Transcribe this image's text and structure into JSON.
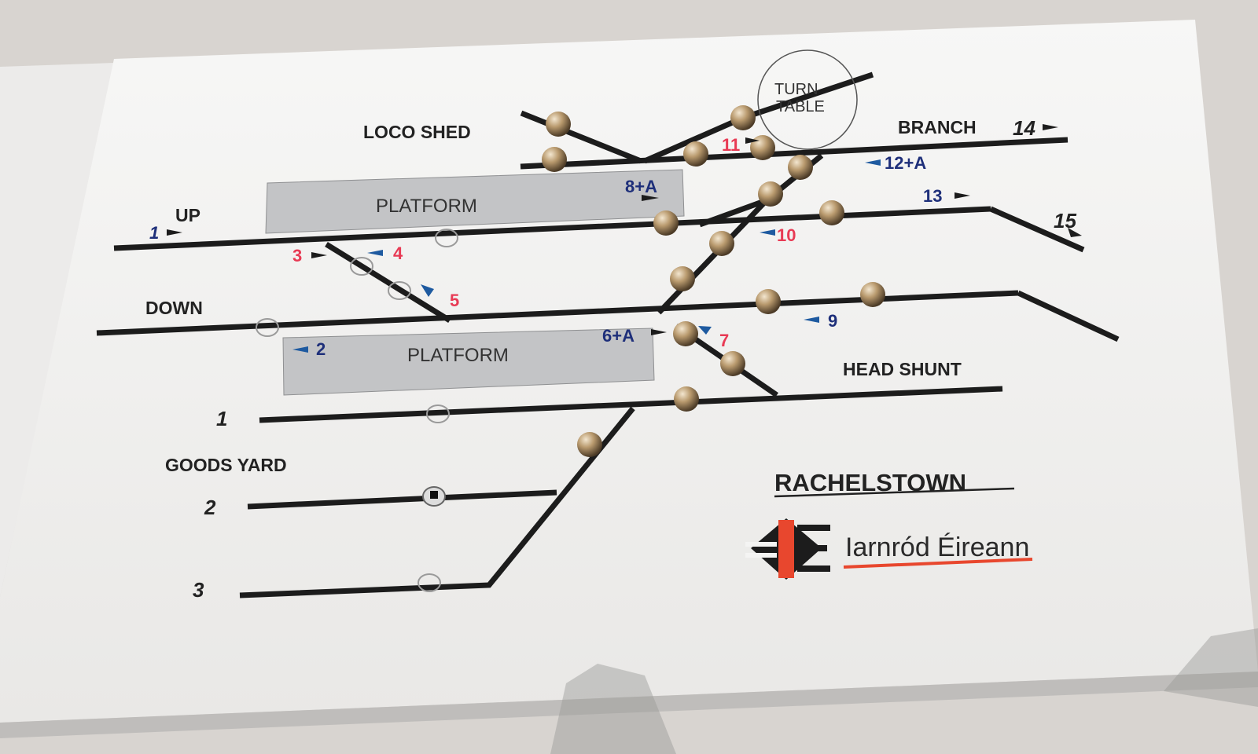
{
  "station_name": "RACHELSTOWN",
  "brand_name": "Iarnród Éireann",
  "turntable": {
    "line1": "TURN",
    "line2": "TABLE"
  },
  "labels": {
    "loco_shed": "LOCO SHED",
    "branch": "BRANCH",
    "up": "UP",
    "down": "DOWN",
    "head_shunt": "HEAD SHUNT",
    "goods_yard": "GOODS  YARD",
    "platform_upper": "PLATFORM",
    "platform_lower": "PLATFORM"
  },
  "track_numbers": {
    "siding1": "1",
    "siding2": "2",
    "siding3": "3"
  },
  "signals": {
    "s1": "1",
    "s2": "2",
    "s3": "3",
    "s4": "4",
    "s5": "5",
    "s6a": "6+A",
    "s7": "7",
    "s8a": "8+A",
    "s9": "9",
    "s10": "10",
    "s11": "11",
    "s12a": "12+A",
    "s13": "13",
    "s14": "14",
    "s15": "15"
  },
  "colors": {
    "panel": "#f4f4f3",
    "track": "#1c1c1c",
    "platform": "#c3c4c6",
    "red_numbers": "#e83a54",
    "blue_numbers": "#1e2f7a",
    "brand_red": "#e8472e",
    "brass": "#b99a6e"
  }
}
